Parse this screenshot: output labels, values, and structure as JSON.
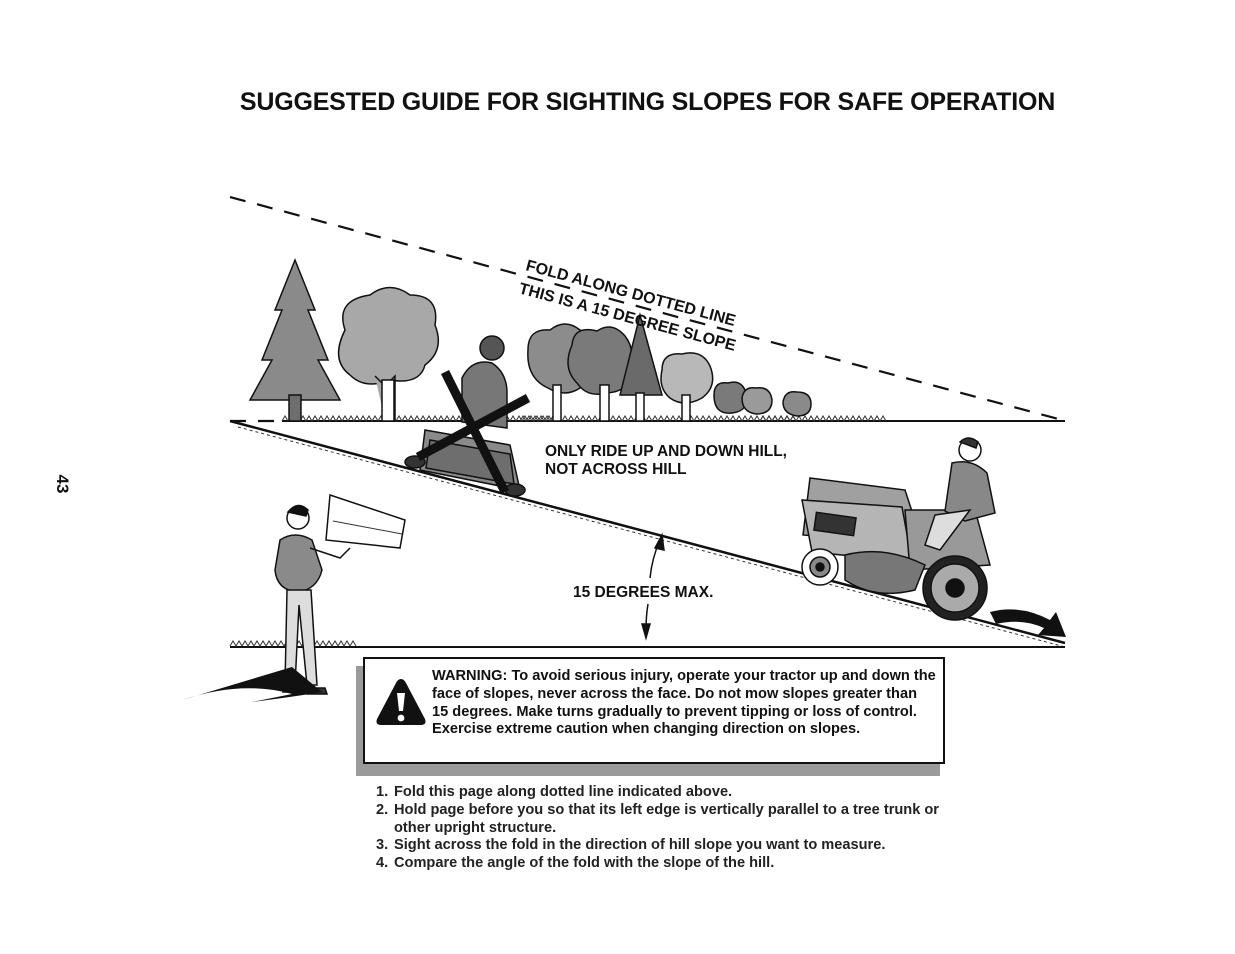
{
  "page": {
    "title": "SUGGESTED GUIDE FOR SIGHTING SLOPES FOR SAFE OPERATION",
    "page_number": "43"
  },
  "diagram": {
    "fold_line_label": "FOLD ALONG DOTTED LINE",
    "slope_label": "THIS IS A 15 DEGREE SLOPE",
    "ride_instruction_line1": "ONLY RIDE UP AND DOWN HILL,",
    "ride_instruction_line2": "NOT ACROSS HILL",
    "max_angle_label": "15 DEGREES MAX."
  },
  "warning": {
    "icon": "warning-triangle-icon",
    "text": "WARNING: To avoid serious injury, operate your tractor up and down the face of slopes, never across the face. Do not mow slopes greater than 15 degrees. Make turns gradually to prevent tipping or loss of control. Exercise extreme caution when changing direction on slopes."
  },
  "instructions": [
    {
      "num": "1.",
      "text": "Fold this page along dotted line indicated above."
    },
    {
      "num": "2.",
      "text": "Hold page before you so that its left edge is vertically parallel to a tree trunk or other upright structure."
    },
    {
      "num": "3.",
      "text": "Sight across the fold in the direction of hill slope you want to measure."
    },
    {
      "num": "4.",
      "text": "Compare the angle of the fold with the slope of the hill."
    }
  ]
}
